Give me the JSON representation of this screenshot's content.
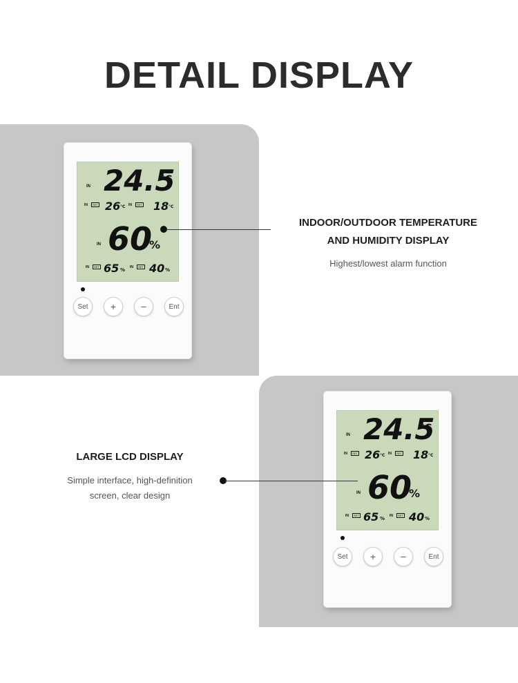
{
  "title": "DETAIL DISPLAY",
  "feature_one": {
    "heading_line1": "INDOOR/OUTDOOR TEMPERATURE",
    "heading_line2": "AND HUMIDITY DISPLAY",
    "subtitle": "Highest/lowest alarm function"
  },
  "feature_two": {
    "heading": "LARGE LCD DISPLAY",
    "subtitle_line1": "Simple interface, high-definition",
    "subtitle_line2": "screen, clear design"
  },
  "device": {
    "temperature": "24.5",
    "temp_unit": "°C",
    "temp_high": "26",
    "temp_low": "18",
    "small_unit": "°C",
    "humidity": "60",
    "hum_unit": "%",
    "hum_high": "65",
    "hum_low": "40",
    "small_pct": "%",
    "in_label": "IN",
    "set_tag": "SET",
    "high_tag": "HIGH",
    "low_tag": "LOW",
    "buttons": [
      "Set",
      "+",
      "−",
      "Ent"
    ]
  },
  "colors": {
    "panel": "#c7c7c7",
    "lcd": "#c9d9b9",
    "device_body": "#fbfbfb"
  }
}
